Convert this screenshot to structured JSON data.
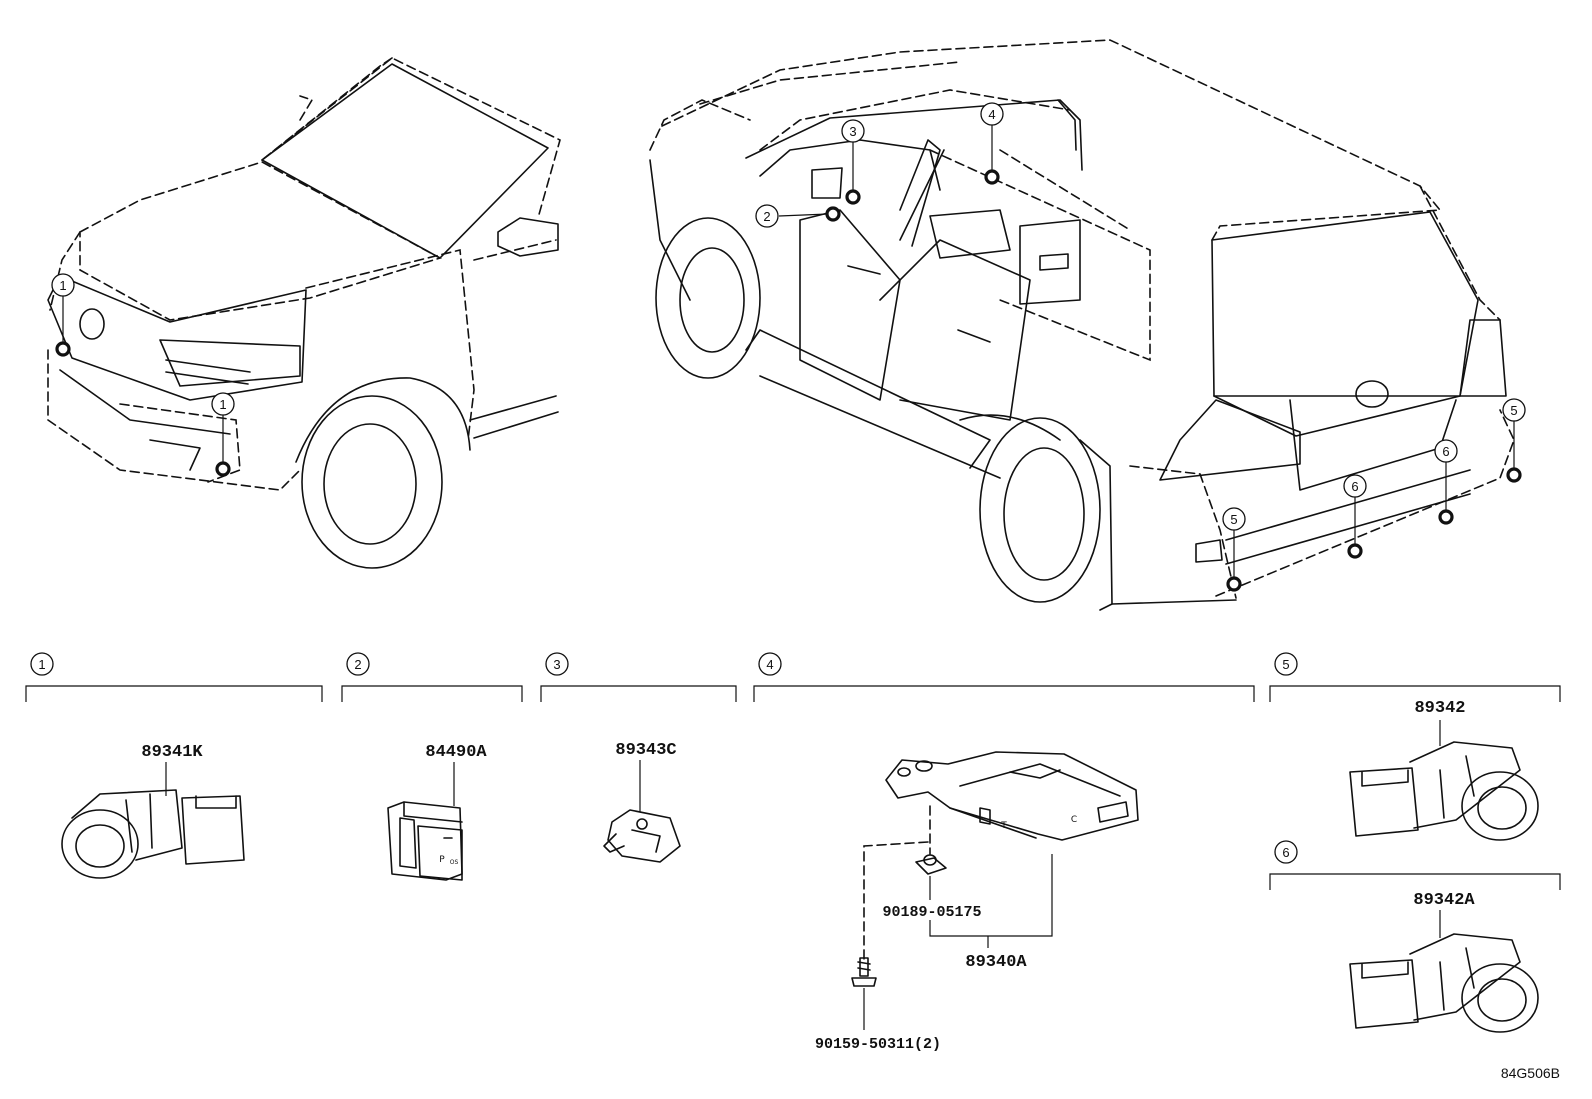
{
  "diagram": {
    "reference_code": "84G506B",
    "callouts": [
      "1",
      "2",
      "3",
      "4",
      "5",
      "6"
    ],
    "sections": [
      {
        "number": "1",
        "parts": [
          "89341K"
        ]
      },
      {
        "number": "2",
        "parts": [
          "84490A"
        ]
      },
      {
        "number": "3",
        "parts": [
          "89343C"
        ]
      },
      {
        "number": "4",
        "parts": [
          "89340A",
          "90189-05175",
          "90159-50311(2)"
        ]
      },
      {
        "number": "5",
        "parts": [
          "89342"
        ]
      },
      {
        "number": "6",
        "parts": [
          "89342A"
        ]
      }
    ],
    "switch_label": "P",
    "switch_sub": "OS",
    "module_letters": [
      "T",
      "C"
    ]
  }
}
